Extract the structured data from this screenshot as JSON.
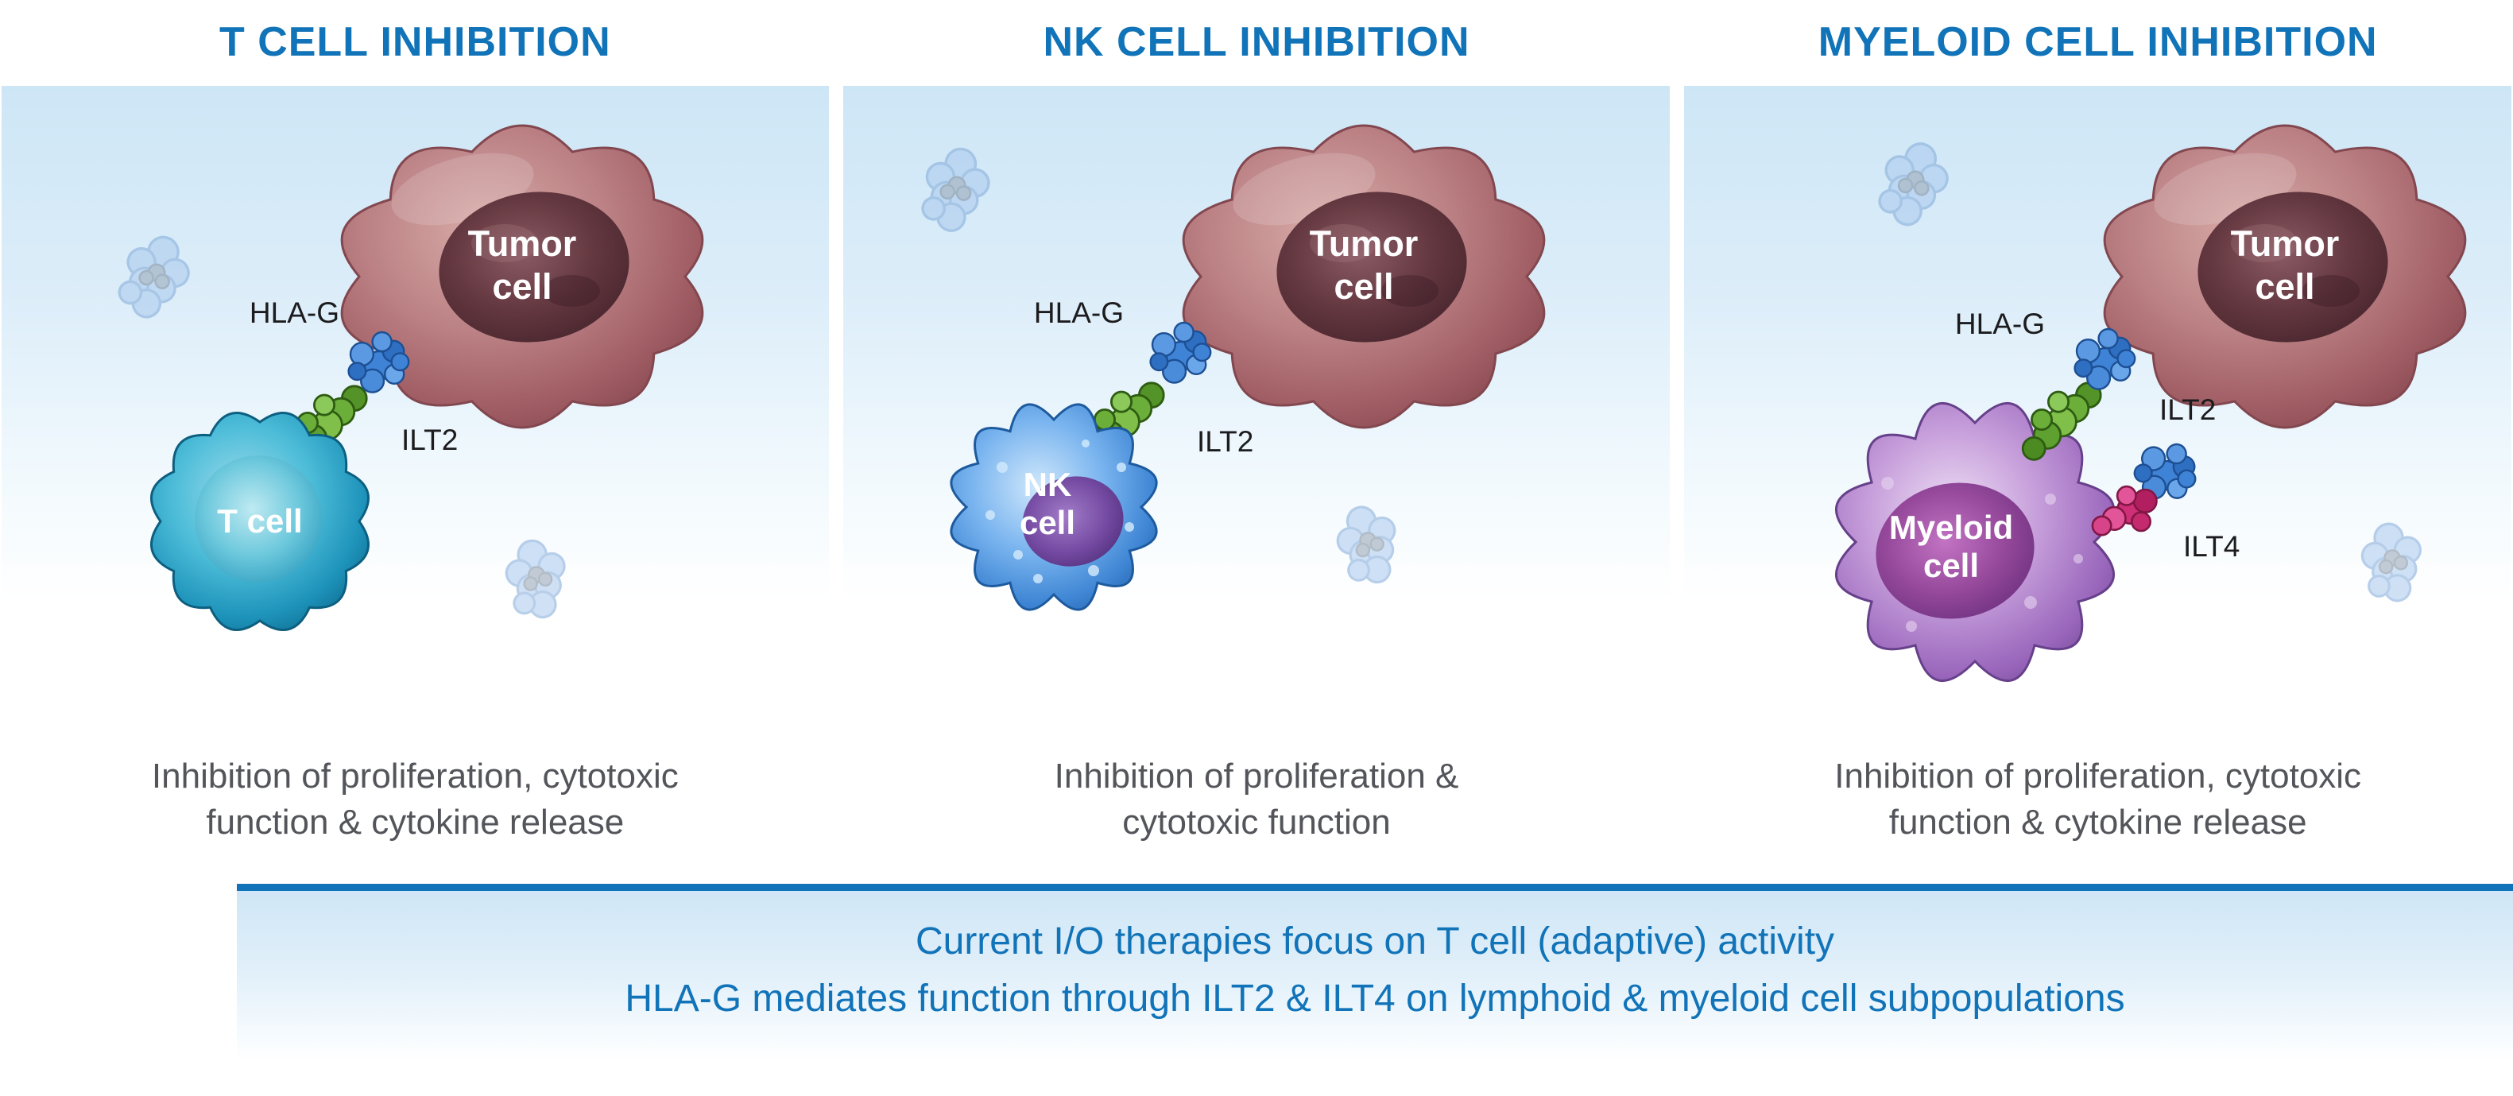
{
  "colors": {
    "title_blue": "#1173b8",
    "banner_text_blue": "#1173b8",
    "caption_gray": "#53555a",
    "panel_background_blue": "#cde6f6",
    "hla_g_blue": "#3f83d6",
    "ilt2_green": "#6cae3a",
    "ilt4_magenta": "#cf2f77",
    "tumor_cell_mauve": "#b07578",
    "t_cell_teal": "#2196bb",
    "nk_cell_blue": "#3d84d3",
    "myeloid_cell_purple": "#9a67bc"
  },
  "panels": [
    {
      "title": "T CELL INHIBITION",
      "tumor": {
        "line1": "Tumor",
        "line2": "cell"
      },
      "immune": {
        "line1": "T cell"
      },
      "labels": {
        "hla": "HLA-G",
        "ilt2": "ILT2"
      },
      "caption": {
        "line1": "Inhibition of proliferation, cytotoxic",
        "line2": "function & cytokine release"
      }
    },
    {
      "title": "NK CELL INHIBITION",
      "tumor": {
        "line1": "Tumor",
        "line2": "cell"
      },
      "immune": {
        "line1": "NK",
        "line2": "cell"
      },
      "labels": {
        "hla": "HLA-G",
        "ilt2": "ILT2"
      },
      "caption": {
        "line1": "Inhibition of proliferation &",
        "line2": "cytotoxic function"
      }
    },
    {
      "title": "MYELOID CELL INHIBITION",
      "tumor": {
        "line1": "Tumor",
        "line2": "cell"
      },
      "immune": {
        "line1": "Myeloid",
        "line2": "cell"
      },
      "labels": {
        "hla": "HLA-G",
        "ilt2": "ILT2",
        "ilt4": "ILT4"
      },
      "caption": {
        "line1": "Inhibition of proliferation, cytotoxic",
        "line2": "function & cytokine release"
      }
    }
  ],
  "banner": {
    "line1": "Current I/O therapies focus on T cell (adaptive) activity",
    "line2": "HLA-G mediates function through ILT2 & ILT4 on lymphoid & myeloid cell subpopulations"
  }
}
